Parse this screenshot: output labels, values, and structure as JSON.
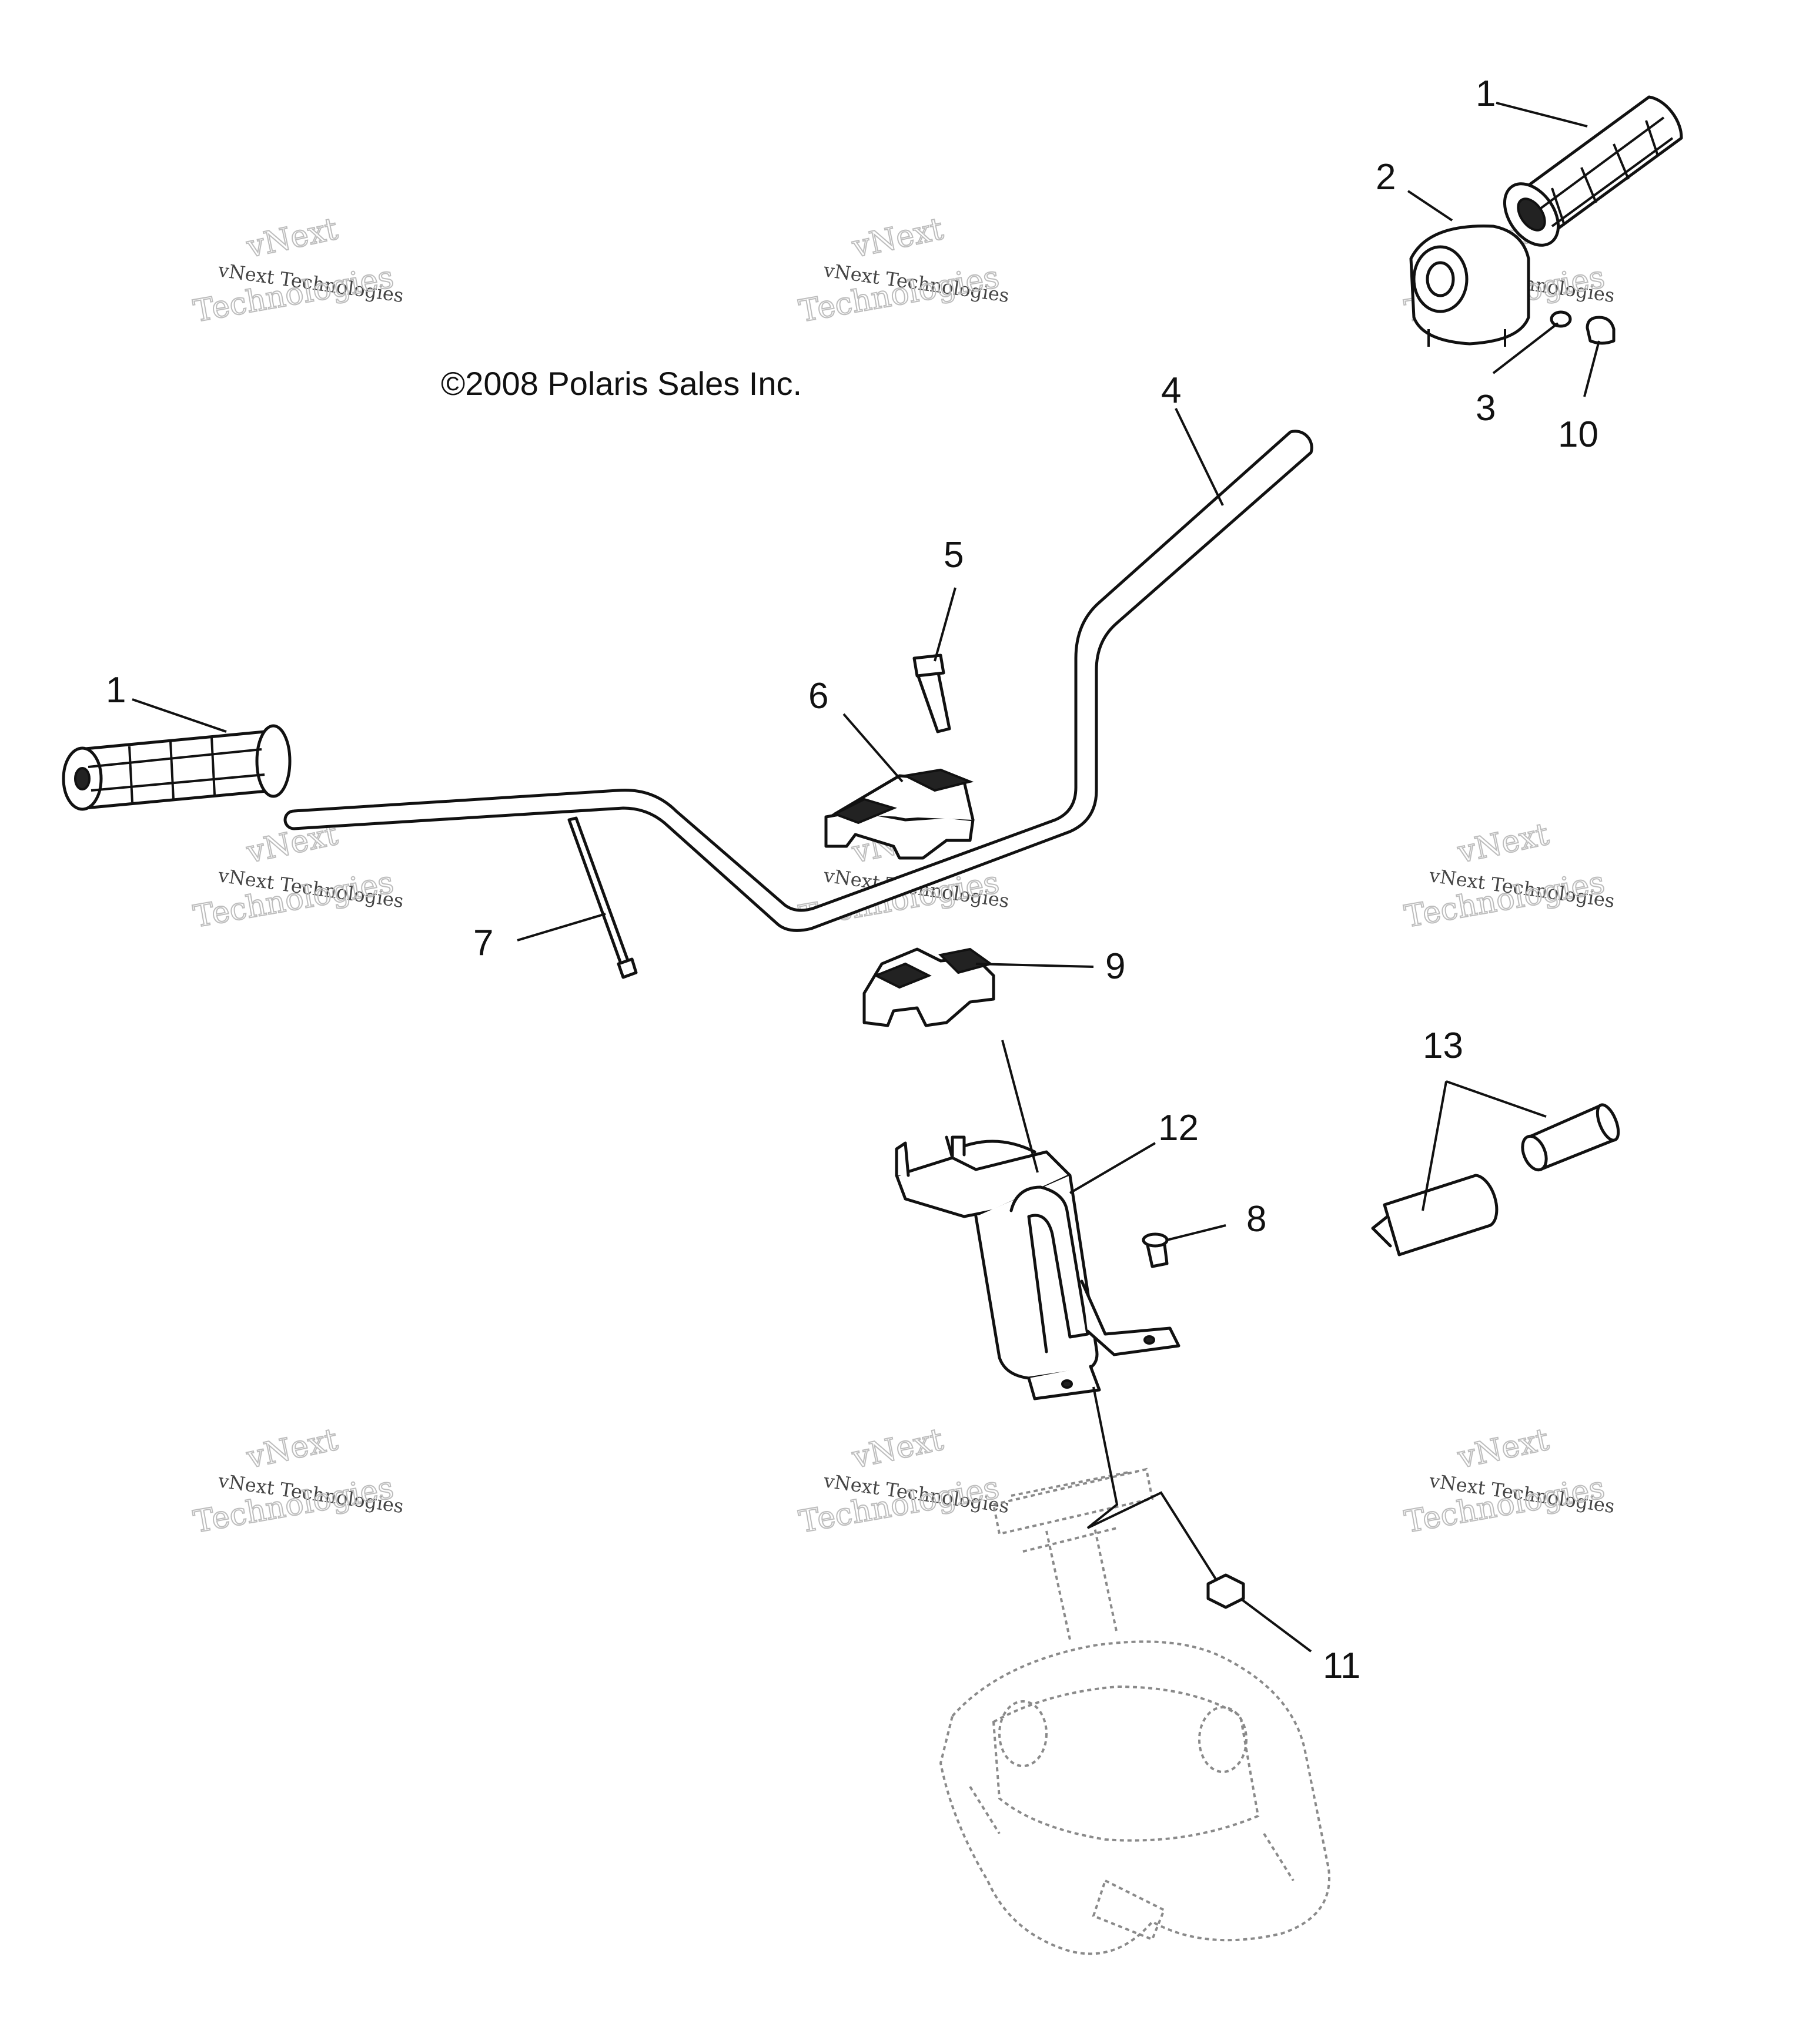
{
  "copyright": "©2008 Polaris Sales Inc.",
  "watermark": {
    "brand": "vNext",
    "line1": "vNext Technologies",
    "line2": "Technologies"
  },
  "callouts": [
    "1",
    "1",
    "2",
    "3",
    "10",
    "4",
    "5",
    "6",
    "7",
    "9",
    "12",
    "8",
    "13",
    "11"
  ],
  "colors": {
    "line": "#111111",
    "ghost_line": "#8a8a8a",
    "watermark": "#bdbdbd",
    "background": "#ffffff"
  }
}
